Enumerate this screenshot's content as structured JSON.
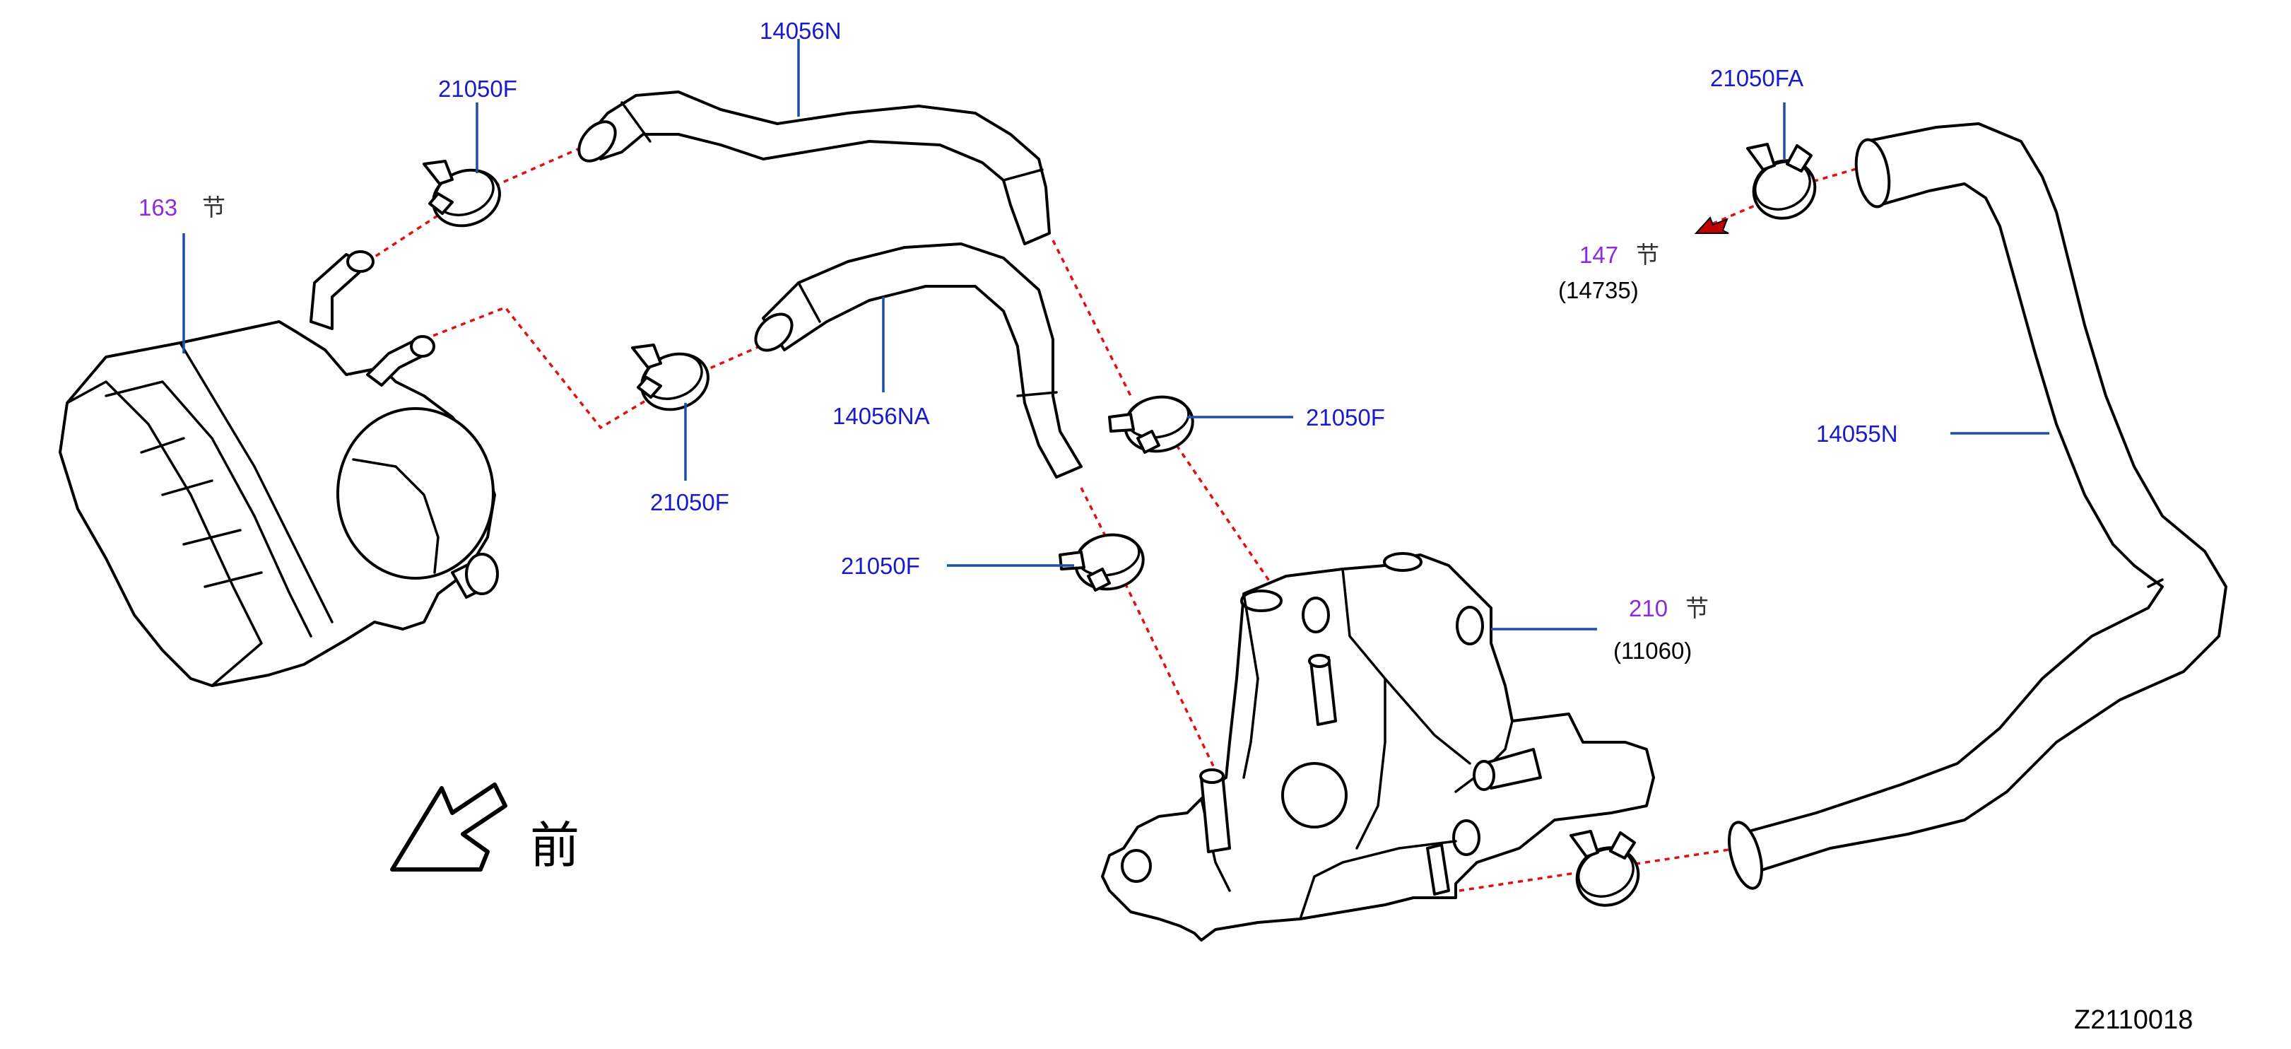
{
  "diagram_code": "Z2110018",
  "front_label": "前",
  "colors": {
    "part_number": "#1a1acc",
    "section_ref": "#8a2be2",
    "leader": "#1c4fa6",
    "dashed_link": "#e01010",
    "outline": "#000000"
  },
  "parts": {
    "hose_upper": "14056N",
    "hose_lower": "14056NA",
    "hose_right": "14055N",
    "clamp_throttle_top": "21050F",
    "clamp_throttle_lower": "21050F",
    "clamp_mid_right": "21050F",
    "clamp_mid_left": "21050F",
    "clamp_top_right": "21050FA"
  },
  "sections": {
    "throttle_body": {
      "ref": "163",
      "suffix": "节"
    },
    "upper_ref": {
      "ref": "147",
      "suffix": "节",
      "code": "(14735)"
    },
    "water_outlet": {
      "ref": "210",
      "suffix": "节",
      "code": "(11060)"
    }
  }
}
